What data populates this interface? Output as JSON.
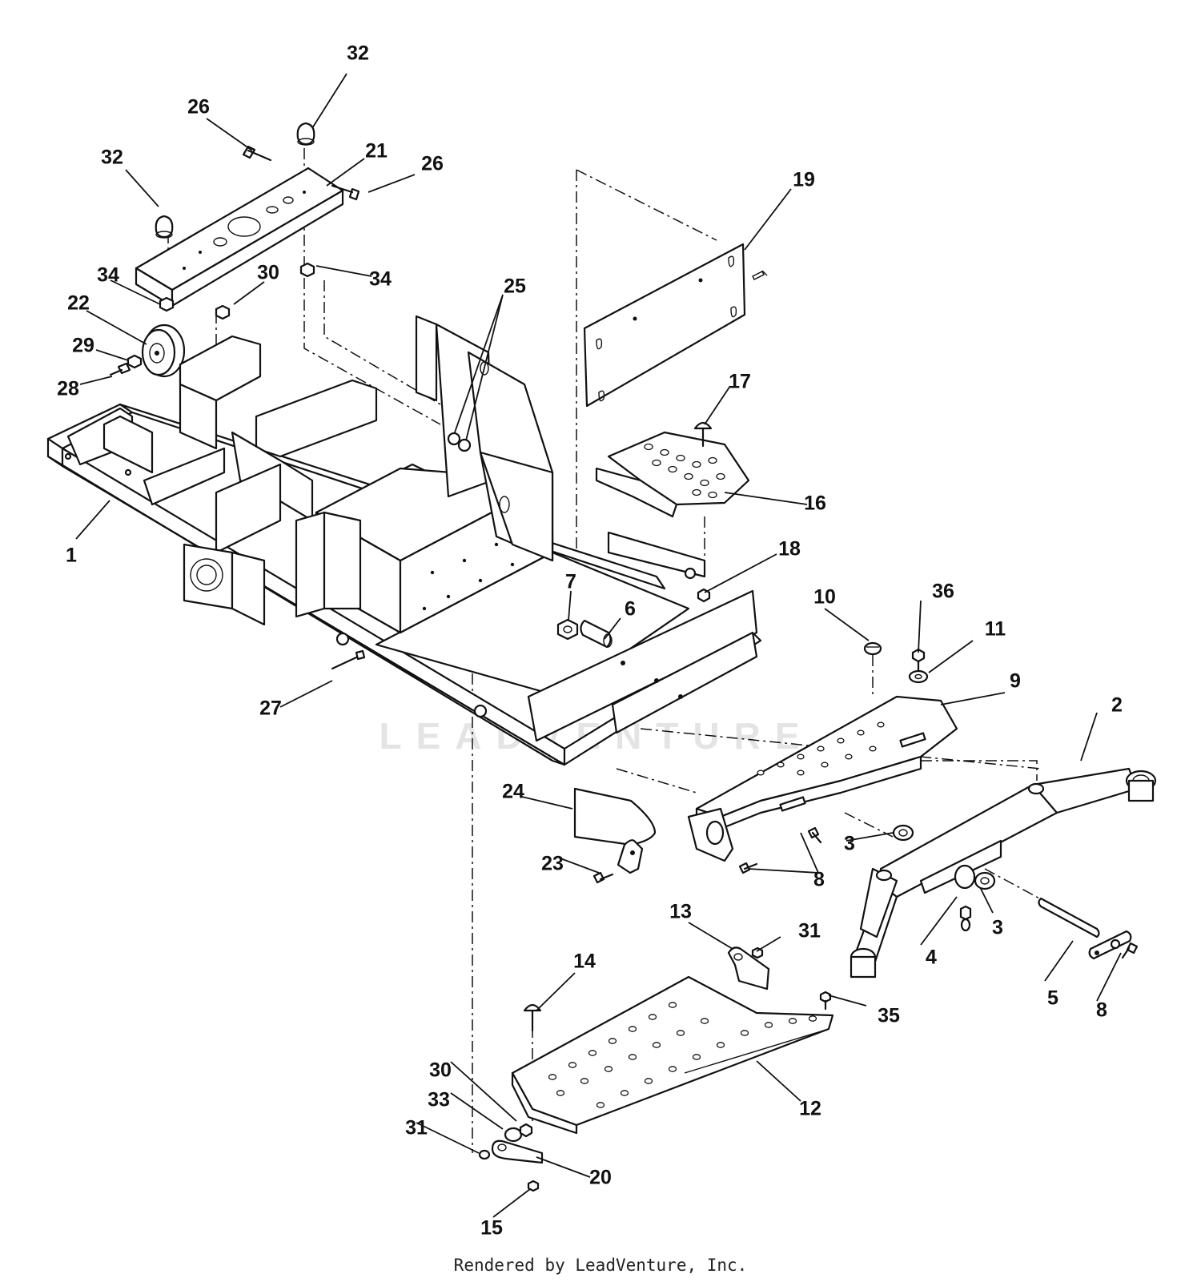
{
  "watermark": "LEADVENTURE",
  "credit": "Rendered by LeadVenture, Inc.",
  "callouts": [
    {
      "id": "c1",
      "label": "1"
    },
    {
      "id": "c2",
      "label": "2"
    },
    {
      "id": "c3a",
      "label": "3"
    },
    {
      "id": "c3b",
      "label": "3"
    },
    {
      "id": "c4",
      "label": "4"
    },
    {
      "id": "c5",
      "label": "5"
    },
    {
      "id": "c6",
      "label": "6"
    },
    {
      "id": "c7",
      "label": "7"
    },
    {
      "id": "c8a",
      "label": "8"
    },
    {
      "id": "c8b",
      "label": "8"
    },
    {
      "id": "c9",
      "label": "9"
    },
    {
      "id": "c10",
      "label": "10"
    },
    {
      "id": "c11",
      "label": "11"
    },
    {
      "id": "c12",
      "label": "12"
    },
    {
      "id": "c13",
      "label": "13"
    },
    {
      "id": "c14",
      "label": "14"
    },
    {
      "id": "c15",
      "label": "15"
    },
    {
      "id": "c16",
      "label": "16"
    },
    {
      "id": "c17",
      "label": "17"
    },
    {
      "id": "c18",
      "label": "18"
    },
    {
      "id": "c19",
      "label": "19"
    },
    {
      "id": "c20",
      "label": "20"
    },
    {
      "id": "c21",
      "label": "21"
    },
    {
      "id": "c22",
      "label": "22"
    },
    {
      "id": "c23",
      "label": "23"
    },
    {
      "id": "c24",
      "label": "24"
    },
    {
      "id": "c25",
      "label": "25"
    },
    {
      "id": "c26a",
      "label": "26"
    },
    {
      "id": "c26b",
      "label": "26"
    },
    {
      "id": "c27",
      "label": "27"
    },
    {
      "id": "c28",
      "label": "28"
    },
    {
      "id": "c29",
      "label": "29"
    },
    {
      "id": "c30a",
      "label": "30"
    },
    {
      "id": "c30b",
      "label": "30"
    },
    {
      "id": "c31a",
      "label": "31"
    },
    {
      "id": "c31b",
      "label": "31"
    },
    {
      "id": "c32a",
      "label": "32"
    },
    {
      "id": "c32b",
      "label": "32"
    },
    {
      "id": "c33",
      "label": "33"
    },
    {
      "id": "c34a",
      "label": "34"
    },
    {
      "id": "c34b",
      "label": "34"
    },
    {
      "id": "c35",
      "label": "35"
    },
    {
      "id": "c36",
      "label": "36"
    }
  ]
}
